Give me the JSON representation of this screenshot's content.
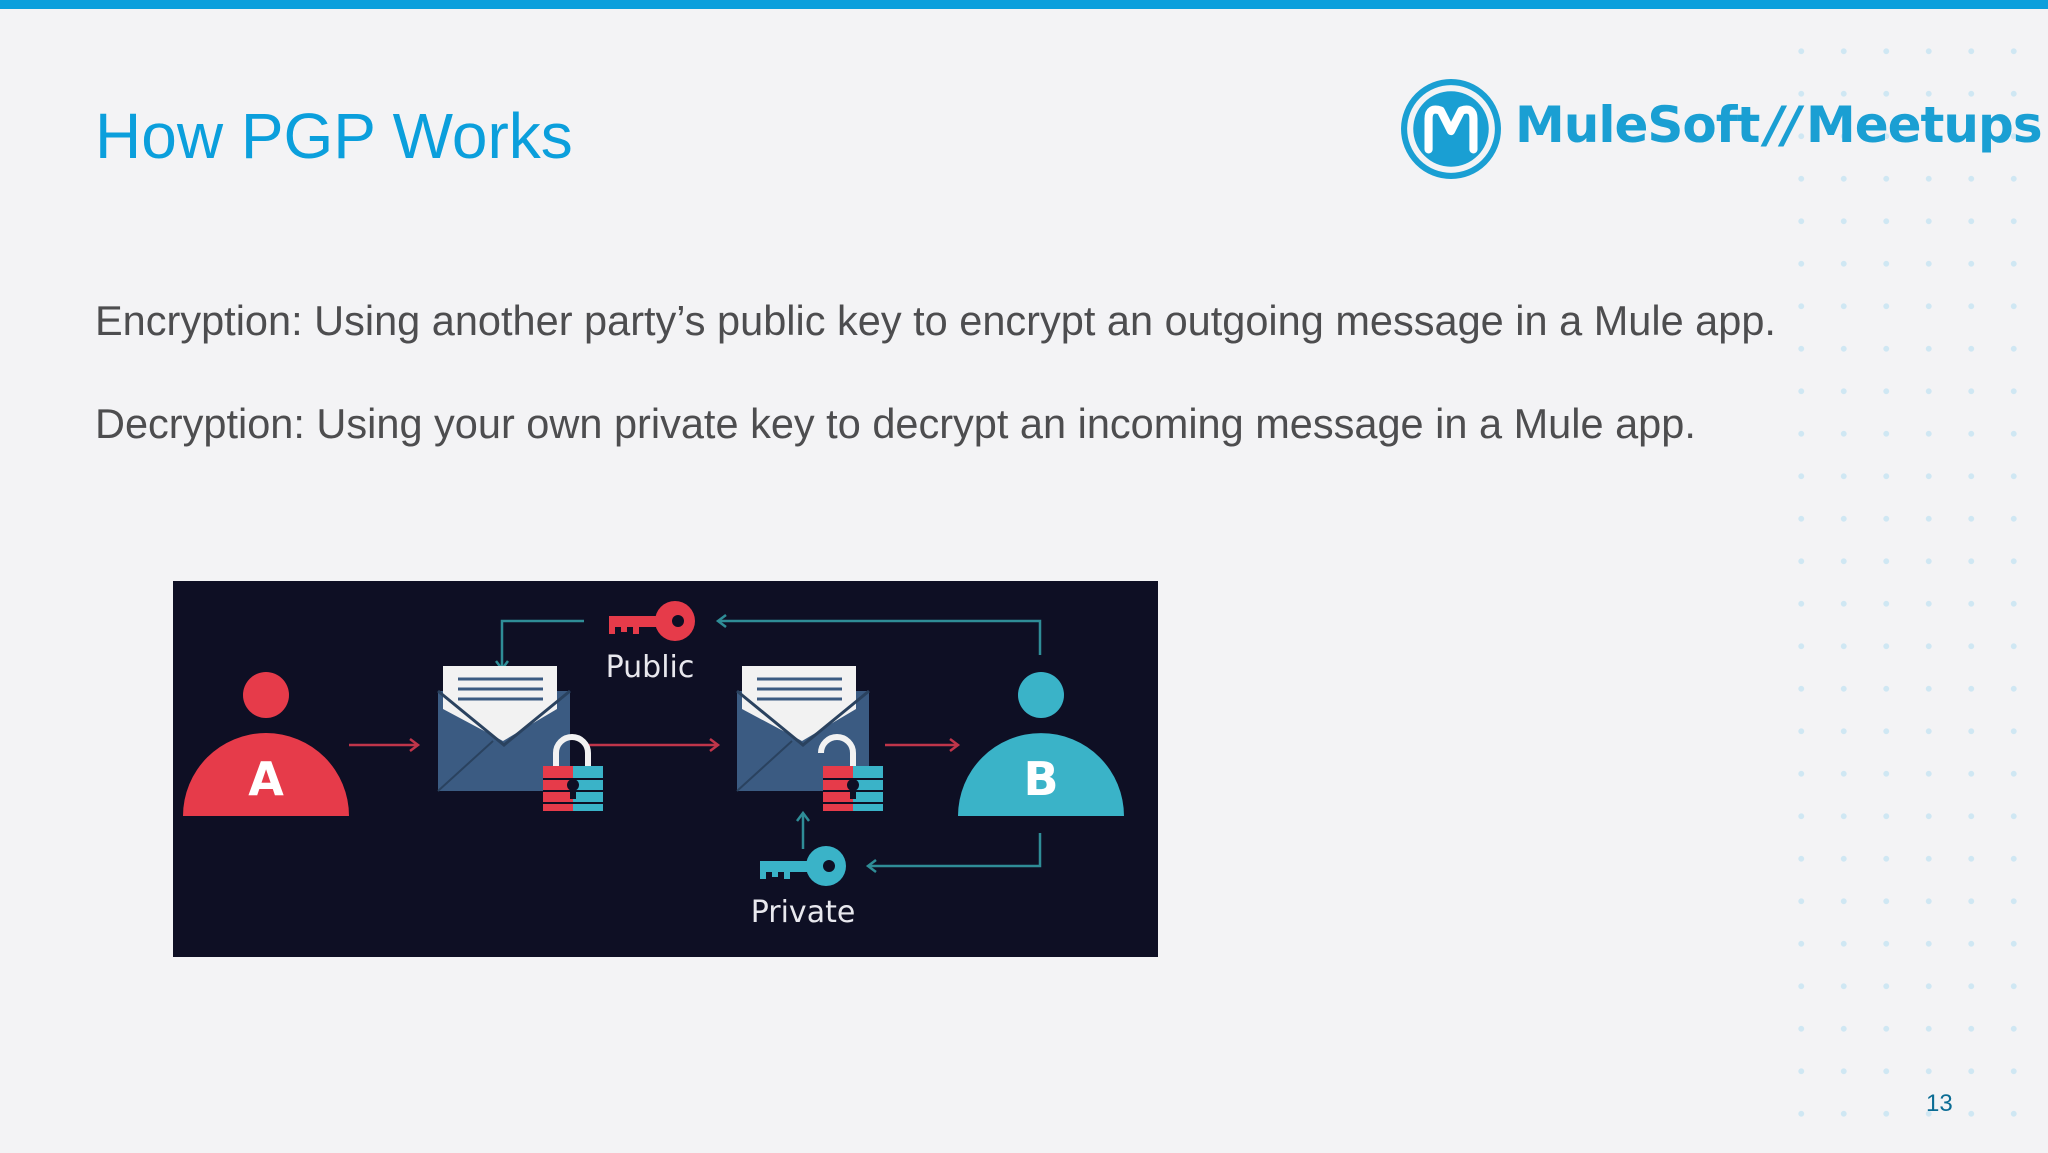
{
  "slide": {
    "title": "How PGP Works",
    "page_number": "13",
    "accent_color": "#0b9fdc"
  },
  "logo": {
    "brand": "MuleSoft",
    "separator": "//",
    "product": "Meetups",
    "icon": "mulesoft-logo-icon"
  },
  "content": {
    "encryption_line": "Encryption: Using another party’s public key to encrypt an outgoing message in a Mule app.",
    "decryption_line": "Decryption: Using your own private key to decrypt an incoming message in a Mule app."
  },
  "diagram": {
    "sender_label": "A",
    "receiver_label": "B",
    "public_key_label": "Public",
    "private_key_label": "Private",
    "colors": {
      "background": "#0e0f24",
      "sender": "#e63b4a",
      "receiver": "#3ab3c8",
      "arrow_red": "#c0354a",
      "arrow_teal": "#2f8d97",
      "envelope": "#3b5b82"
    },
    "icons": [
      "person-icon",
      "envelope-icon",
      "padlock-icon",
      "key-icon",
      "arrow-icon"
    ]
  }
}
